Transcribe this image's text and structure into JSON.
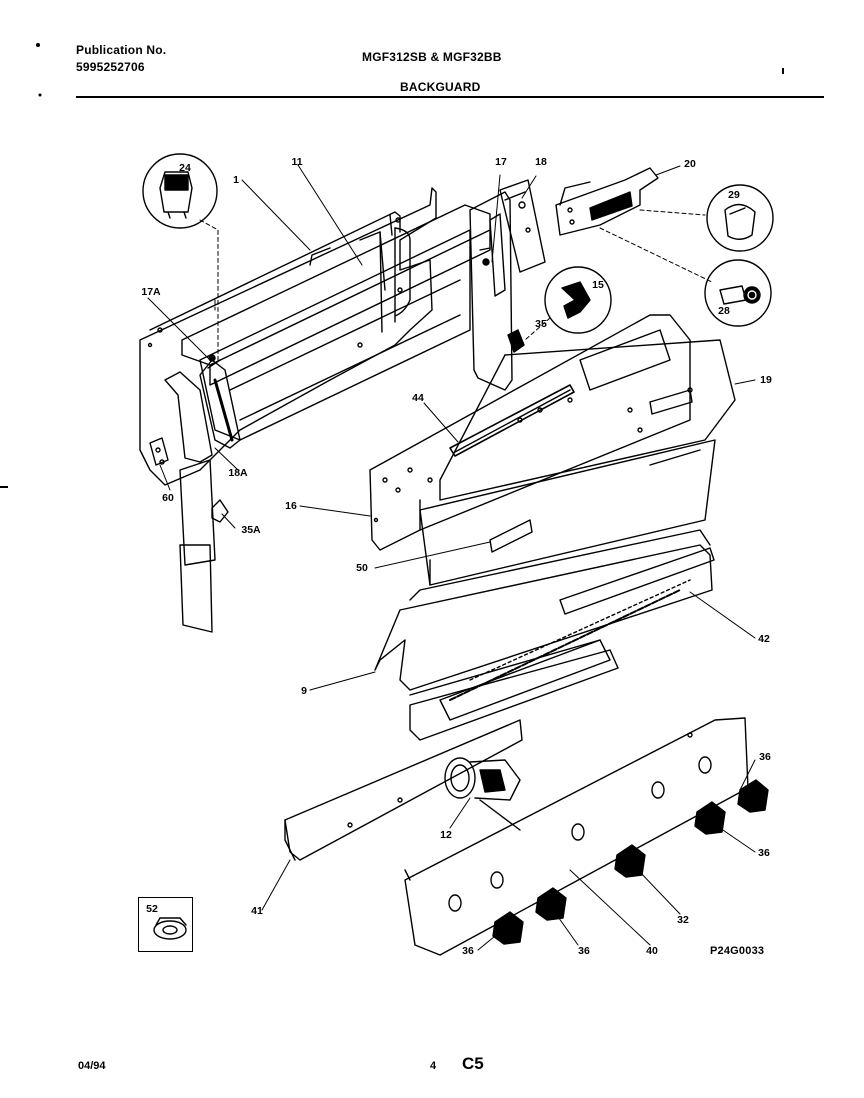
{
  "header": {
    "publication_label": "Publication No.",
    "publication_number": "5995252706",
    "models": "MGF312SB & MGF32BB",
    "section": "BACKGUARD"
  },
  "parts": [
    {
      "id": "p1",
      "label": "1"
    },
    {
      "id": "p11",
      "label": "11"
    },
    {
      "id": "p24",
      "label": "24"
    },
    {
      "id": "p17",
      "label": "17"
    },
    {
      "id": "p18",
      "label": "18"
    },
    {
      "id": "p20",
      "label": "20"
    },
    {
      "id": "p29",
      "label": "29"
    },
    {
      "id": "p28",
      "label": "28"
    },
    {
      "id": "p15",
      "label": "15"
    },
    {
      "id": "p35",
      "label": "35"
    },
    {
      "id": "p17a",
      "label": "17A"
    },
    {
      "id": "p19",
      "label": "19"
    },
    {
      "id": "p44",
      "label": "44"
    },
    {
      "id": "p18a",
      "label": "18A"
    },
    {
      "id": "p60",
      "label": "60"
    },
    {
      "id": "p16",
      "label": "16"
    },
    {
      "id": "p35a",
      "label": "35A"
    },
    {
      "id": "p50",
      "label": "50"
    },
    {
      "id": "p42",
      "label": "42"
    },
    {
      "id": "p9",
      "label": "9"
    },
    {
      "id": "p36a",
      "label": "36"
    },
    {
      "id": "p36b",
      "label": "36"
    },
    {
      "id": "p12",
      "label": "12"
    },
    {
      "id": "p32",
      "label": "32"
    },
    {
      "id": "p41",
      "label": "41"
    },
    {
      "id": "p52",
      "label": "52"
    },
    {
      "id": "p36c",
      "label": "36"
    },
    {
      "id": "p36d",
      "label": "36"
    },
    {
      "id": "p40",
      "label": "40"
    }
  ],
  "drawing_code": "P24G0033",
  "footer": {
    "date": "04/94",
    "page": "4",
    "code": "C5"
  }
}
